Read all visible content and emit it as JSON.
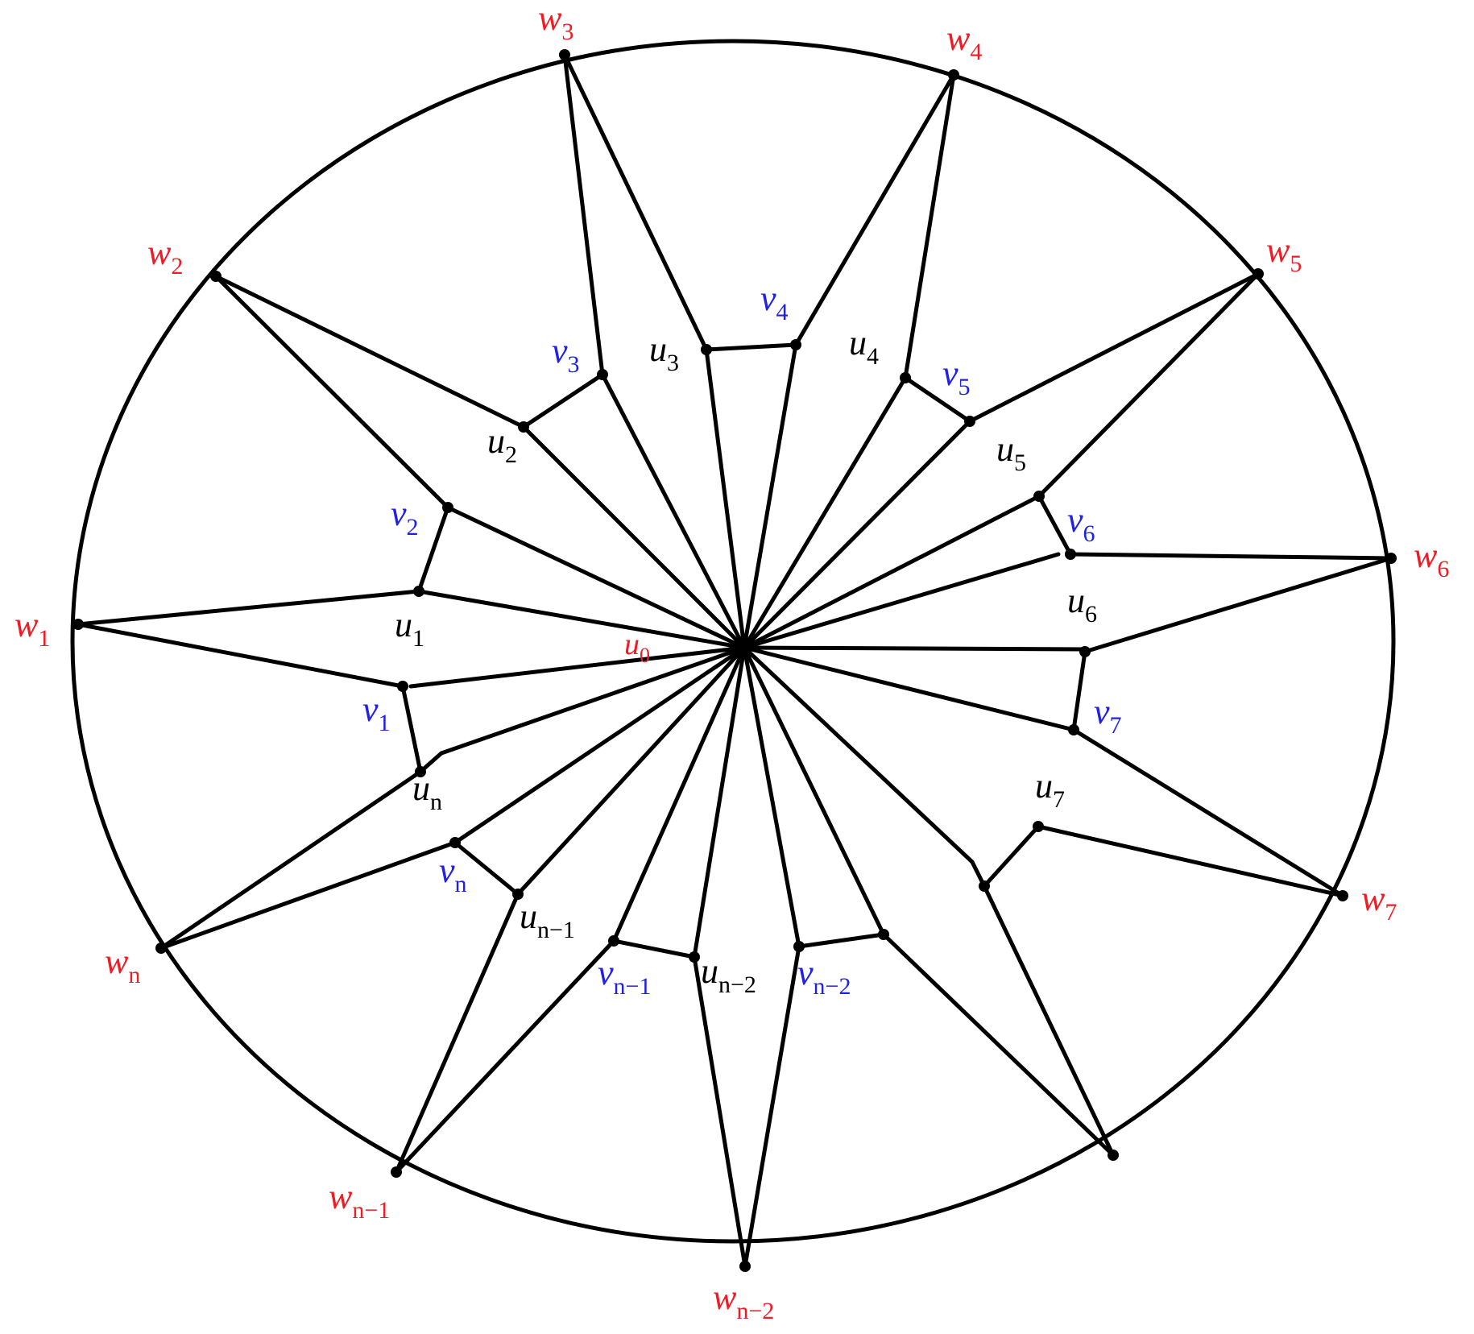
{
  "colors": {
    "w_label": "#ee1c25",
    "v_label": "#2020e6",
    "u_label": "#000000",
    "center_label": "#ee1c25",
    "edges": "#000000"
  },
  "labels": {
    "u0": {
      "base": "u",
      "sub": "0"
    },
    "u1": {
      "base": "u",
      "sub": "1"
    },
    "u2": {
      "base": "u",
      "sub": "2"
    },
    "u3": {
      "base": "u",
      "sub": "3"
    },
    "u4": {
      "base": "u",
      "sub": "4"
    },
    "u5": {
      "base": "u",
      "sub": "5"
    },
    "u6": {
      "base": "u",
      "sub": "6"
    },
    "u7": {
      "base": "u",
      "sub": "7"
    },
    "un": {
      "base": "u",
      "sub": "n"
    },
    "un1": {
      "base": "u",
      "sub": "n−1"
    },
    "un2": {
      "base": "u",
      "sub": "n−2"
    },
    "v1": {
      "base": "v",
      "sub": "1"
    },
    "v2": {
      "base": "v",
      "sub": "2"
    },
    "v3": {
      "base": "v",
      "sub": "3"
    },
    "v4": {
      "base": "v",
      "sub": "4"
    },
    "v5": {
      "base": "v",
      "sub": "5"
    },
    "v6": {
      "base": "v",
      "sub": "6"
    },
    "v7": {
      "base": "v",
      "sub": "7"
    },
    "vn": {
      "base": "v",
      "sub": "n"
    },
    "vn1": {
      "base": "v",
      "sub": "n−1"
    },
    "vn2": {
      "base": "v",
      "sub": "n−2"
    },
    "w1": {
      "base": "w",
      "sub": "1"
    },
    "w2": {
      "base": "w",
      "sub": "2"
    },
    "w3": {
      "base": "w",
      "sub": "3"
    },
    "w4": {
      "base": "w",
      "sub": "4"
    },
    "w5": {
      "base": "w",
      "sub": "5"
    },
    "w6": {
      "base": "w",
      "sub": "6"
    },
    "w7": {
      "base": "w",
      "sub": "7"
    },
    "wn": {
      "base": "w",
      "sub": "n"
    },
    "wn1": {
      "base": "w",
      "sub": "n−1"
    },
    "wn2": {
      "base": "w",
      "sub": "n−2"
    }
  }
}
